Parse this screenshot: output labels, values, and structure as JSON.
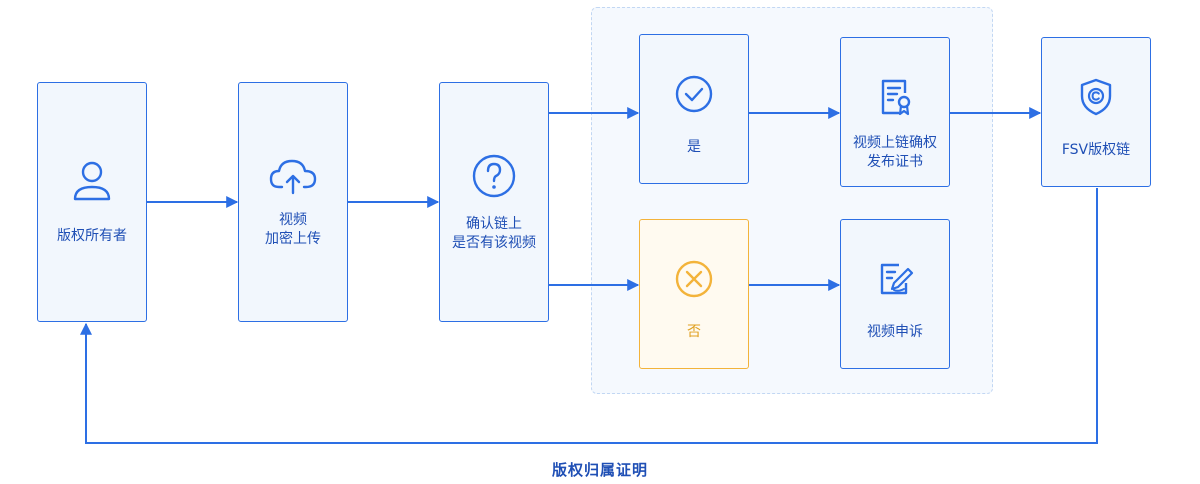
{
  "nodes": {
    "owner": {
      "label": "版权所有者",
      "icon": "user-icon"
    },
    "upload": {
      "label": "视频\n加密上传",
      "icon": "cloud-upload-icon"
    },
    "check": {
      "label": "确认链上\n是否有该视频",
      "icon": "question-circle-icon"
    },
    "yes": {
      "label": "是",
      "icon": "check-circle-icon"
    },
    "no": {
      "label": "否",
      "icon": "x-circle-icon"
    },
    "certify": {
      "label": "视频上链确权\n发布证书",
      "icon": "certificate-icon"
    },
    "appeal": {
      "label": "视频申诉",
      "icon": "edit-document-icon"
    },
    "chain": {
      "label": "FSV版权链",
      "icon": "copyright-shield-icon"
    }
  },
  "caption": "版权归属证明",
  "colors": {
    "primary": "#2d6fe4",
    "warning": "#f3b33a",
    "node_bg": "#f2f7fd",
    "region_bg": "#f5f9fe"
  }
}
